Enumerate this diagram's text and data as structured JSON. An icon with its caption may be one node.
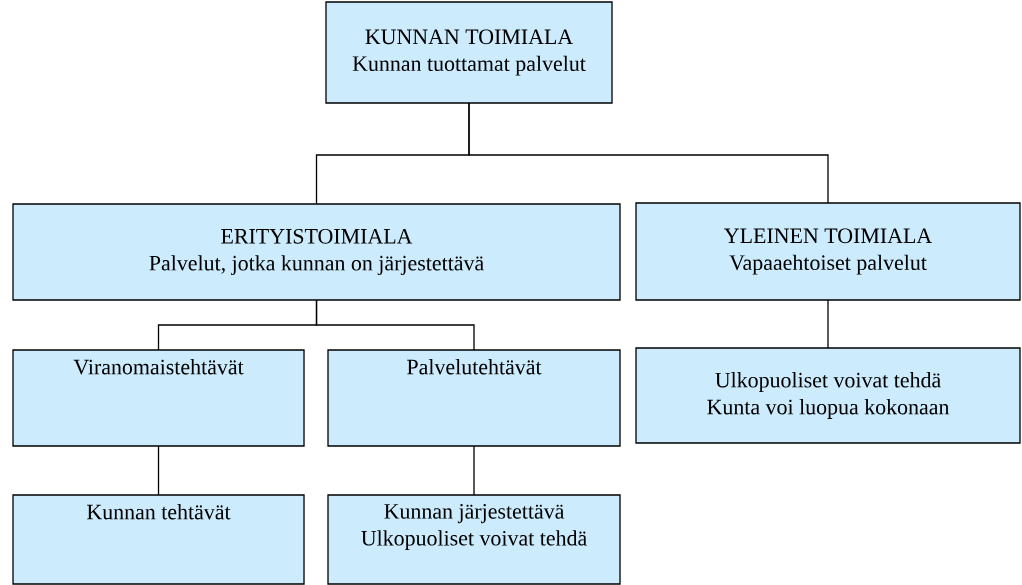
{
  "diagram": {
    "nodes": [
      {
        "text": [
          "KUNNAN TOIMIALA",
          "Kunnan tuottamat palvelut"
        ]
      },
      {
        "text": [
          "ERITYISTOIMIALA",
          "Palvelut, jotka kunnan on järjestettävä"
        ]
      },
      {
        "text": [
          "YLEINEN TOIMIALA",
          "Vapaaehtoiset palvelut"
        ]
      },
      {
        "text": [
          "Viranomaistehtävät"
        ]
      },
      {
        "text": [
          "Palvelutehtävät"
        ]
      },
      {
        "text": [
          "Ulkopuoliset voivat tehdä",
          "Kunta voi luopua kokonaan"
        ]
      },
      {
        "text": [
          "Kunnan tehtävät"
        ]
      },
      {
        "text": [
          "Kunnan järjestettävä",
          "Ulkopuoliset voivat tehdä"
        ]
      }
    ],
    "edges": [
      {
        "from": 0,
        "to": 1,
        "arrow": "none"
      },
      {
        "from": 0,
        "to": 2,
        "arrow": "none"
      },
      {
        "from": 1,
        "to": 3,
        "arrow": "none"
      },
      {
        "from": 1,
        "to": 4,
        "arrow": "none"
      },
      {
        "from": 2,
        "to": 5,
        "arrow": "none"
      },
      {
        "from": 3,
        "to": 6,
        "arrow": "none"
      },
      {
        "from": 4,
        "to": 7,
        "arrow": "none"
      }
    ]
  }
}
